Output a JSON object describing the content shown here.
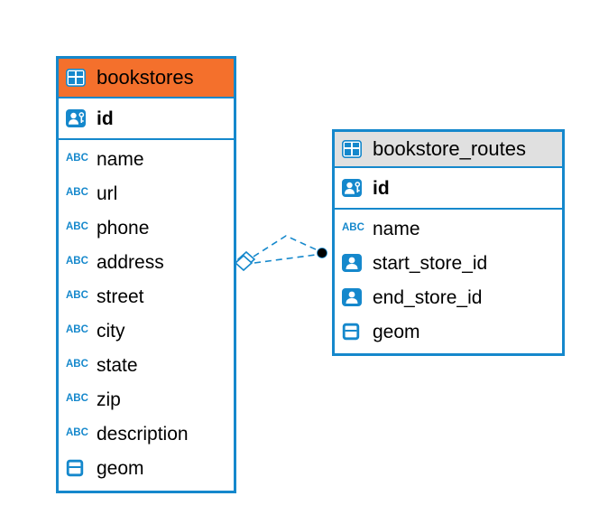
{
  "colors": {
    "accent_blue": "#1588cc",
    "bookstores_header": "#f4702c",
    "routes_header": "#e0e0e0",
    "connector_line": "#1588cc",
    "connector_end_dot": "#000000"
  },
  "icons": {
    "text_type_glyph": "ABC"
  },
  "tables": {
    "bookstores": {
      "title": "bookstores",
      "primary_key": "id",
      "columns": [
        "name",
        "url",
        "phone",
        "address",
        "street",
        "city",
        "state",
        "zip",
        "description",
        "geom"
      ]
    },
    "bookstore_routes": {
      "title": "bookstore_routes",
      "primary_key": "id",
      "columns": [
        "name",
        "start_store_id",
        "end_store_id",
        "geom"
      ]
    }
  }
}
